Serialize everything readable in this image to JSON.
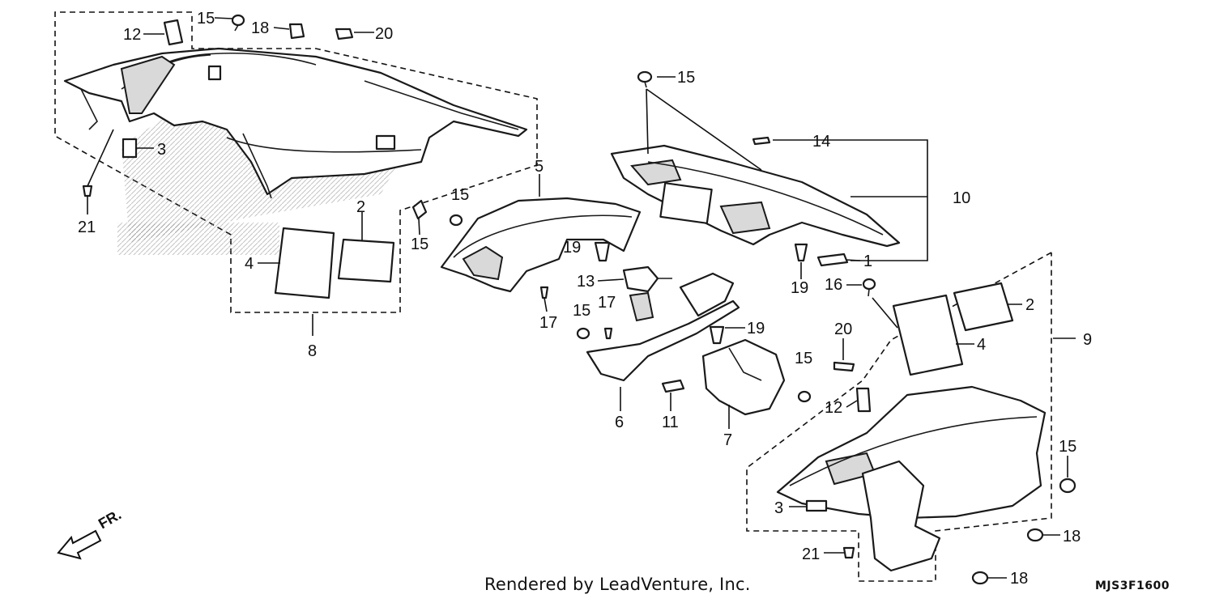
{
  "diagram": {
    "footer_credit": "Rendered by LeadVenture, Inc.",
    "diagram_code": "MJS3F1600",
    "direction_label": "FR.",
    "callouts": [
      {
        "id": "c12a",
        "label": "12"
      },
      {
        "id": "c15a",
        "label": "15"
      },
      {
        "id": "c18a",
        "label": "18"
      },
      {
        "id": "c20a",
        "label": "20"
      },
      {
        "id": "c3a",
        "label": "3"
      },
      {
        "id": "c21a",
        "label": "21"
      },
      {
        "id": "c2a",
        "label": "2"
      },
      {
        "id": "c4a",
        "label": "4"
      },
      {
        "id": "c15b",
        "label": "15"
      },
      {
        "id": "c8",
        "label": "8"
      },
      {
        "id": "c5",
        "label": "5"
      },
      {
        "id": "c15c",
        "label": "15"
      },
      {
        "id": "c15d",
        "label": "15"
      },
      {
        "id": "c14",
        "label": "14"
      },
      {
        "id": "c10",
        "label": "10"
      },
      {
        "id": "c1",
        "label": "1"
      },
      {
        "id": "c19a",
        "label": "19"
      },
      {
        "id": "c19b",
        "label": "19"
      },
      {
        "id": "c13",
        "label": "13"
      },
      {
        "id": "c17a",
        "label": "17"
      },
      {
        "id": "c15e",
        "label": "15"
      },
      {
        "id": "c17b",
        "label": "17"
      },
      {
        "id": "c19c",
        "label": "19"
      },
      {
        "id": "c16",
        "label": "16"
      },
      {
        "id": "c2b",
        "label": "2"
      },
      {
        "id": "c20b",
        "label": "20"
      },
      {
        "id": "c4b",
        "label": "4"
      },
      {
        "id": "c9",
        "label": "9"
      },
      {
        "id": "c15f",
        "label": "15"
      },
      {
        "id": "c12b",
        "label": "12"
      },
      {
        "id": "c6",
        "label": "6"
      },
      {
        "id": "c11",
        "label": "11"
      },
      {
        "id": "c7",
        "label": "7"
      },
      {
        "id": "c15g",
        "label": "15"
      },
      {
        "id": "c3b",
        "label": "3"
      },
      {
        "id": "c18b",
        "label": "18"
      },
      {
        "id": "c21b",
        "label": "21"
      },
      {
        "id": "c18c",
        "label": "18"
      }
    ]
  }
}
